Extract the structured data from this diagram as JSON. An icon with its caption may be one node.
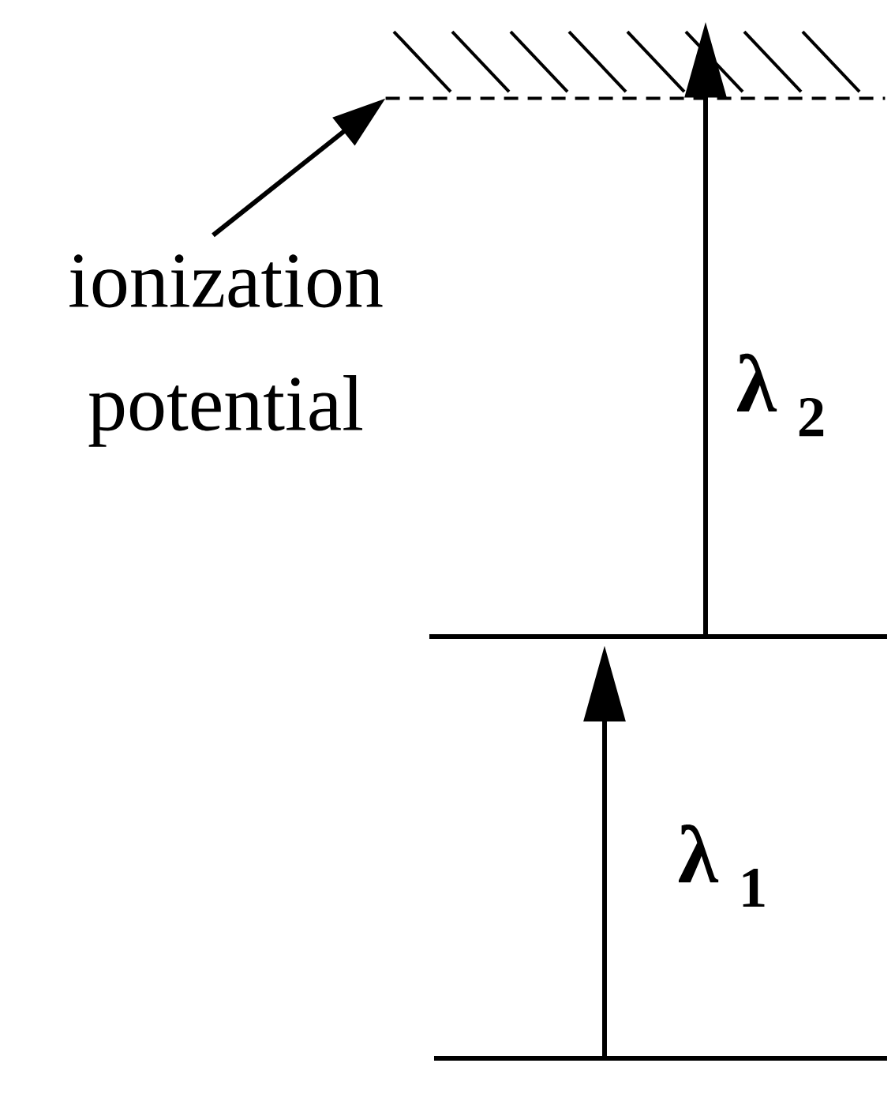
{
  "diagram": {
    "nodes": [
      {
        "text": [],
        "shape": "line"
      },
      {
        "text": [
          "ionization potential"
        ]
      },
      {
        "text": [],
        "shape": "line"
      },
      {
        "text": [],
        "shape": "line"
      }
    ],
    "edges": [
      {
        "from": 1,
        "to": 0,
        "arrow": "to"
      },
      {
        "from": 2,
        "to": 0,
        "arrow": "to",
        "label": "λ $_{2}$"
      },
      {
        "from": 3,
        "to": 2,
        "arrow": "to",
        "label": "λ $_{1}$"
      }
    ]
  }
}
